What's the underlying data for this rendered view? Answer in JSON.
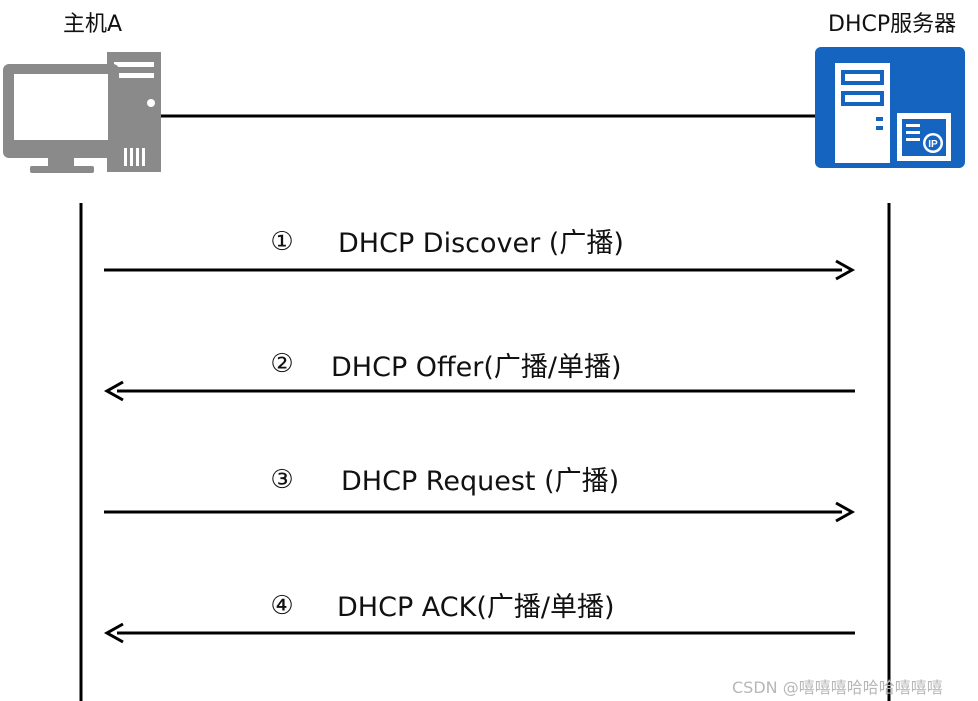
{
  "host_label": "主机A",
  "server_label": "DHCP服务器",
  "server_icon_text": "IP",
  "steps": [
    {
      "num": "①",
      "message": "DHCP Discover (广播)",
      "direction": "host-to-server"
    },
    {
      "num": "②",
      "message": "DHCP Offer(广播/单播)",
      "direction": "server-to-host"
    },
    {
      "num": "③",
      "message": "DHCP Request (广播)",
      "direction": "host-to-server"
    },
    {
      "num": "④",
      "message": "DHCP ACK(广播/单播)",
      "direction": "server-to-host"
    }
  ],
  "watermark": "CSDN @嘻嘻嘻哈哈哈嘻嘻嘻",
  "colors": {
    "server_blue": "#1565c0",
    "computer_gray": "#8a8a8a",
    "line": "#000000"
  }
}
